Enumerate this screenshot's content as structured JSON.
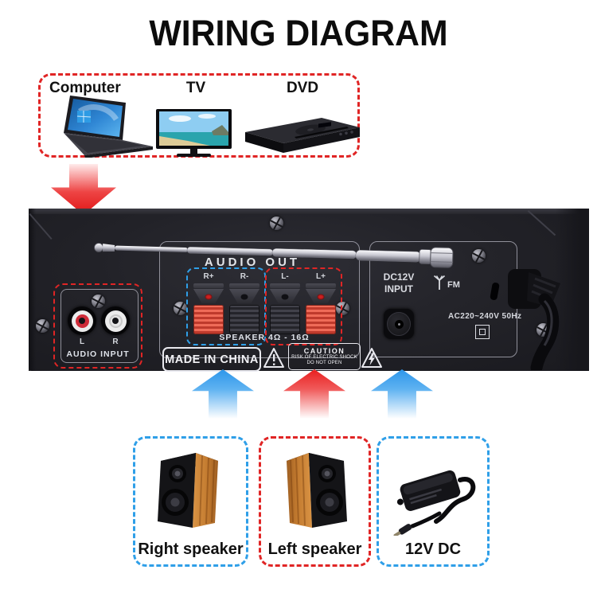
{
  "title": "WIRING DIAGRAM",
  "sources": {
    "items": [
      {
        "label": "Computer"
      },
      {
        "label": "TV"
      },
      {
        "label": "DVD"
      }
    ]
  },
  "amplifier": {
    "audio_out": "AUDIO OUT",
    "terminals": [
      {
        "label": "R+"
      },
      {
        "label": "R-"
      },
      {
        "label": "L-"
      },
      {
        "label": "L+"
      }
    ],
    "speaker_rating": "SPEAKER 4Ω - 16Ω",
    "made_in": "MADE IN CHINA",
    "caution": {
      "title": "CAUTION",
      "line1": "RISK OF ELECTRIC SHOCK",
      "line2": "DO NOT OPEN"
    },
    "dc_input": {
      "line1": "DC12V",
      "line2": "INPUT"
    },
    "fm": "FM",
    "ac_rating": "AC220~240V 50Hz",
    "audio_input": {
      "left": "L",
      "right": "R",
      "label": "AUDIO INPUT"
    }
  },
  "outputs": {
    "items": [
      {
        "label": "Right speaker"
      },
      {
        "label": "Left speaker"
      },
      {
        "label": "12V DC"
      }
    ]
  },
  "colors": {
    "highlight_red": "#e02525",
    "highlight_blue": "#2f9fe8",
    "arrow_red": "#e81f1f",
    "arrow_blue": "#2d96ea",
    "terminal_red": "#e3564a",
    "panel_dark": "#202026"
  }
}
